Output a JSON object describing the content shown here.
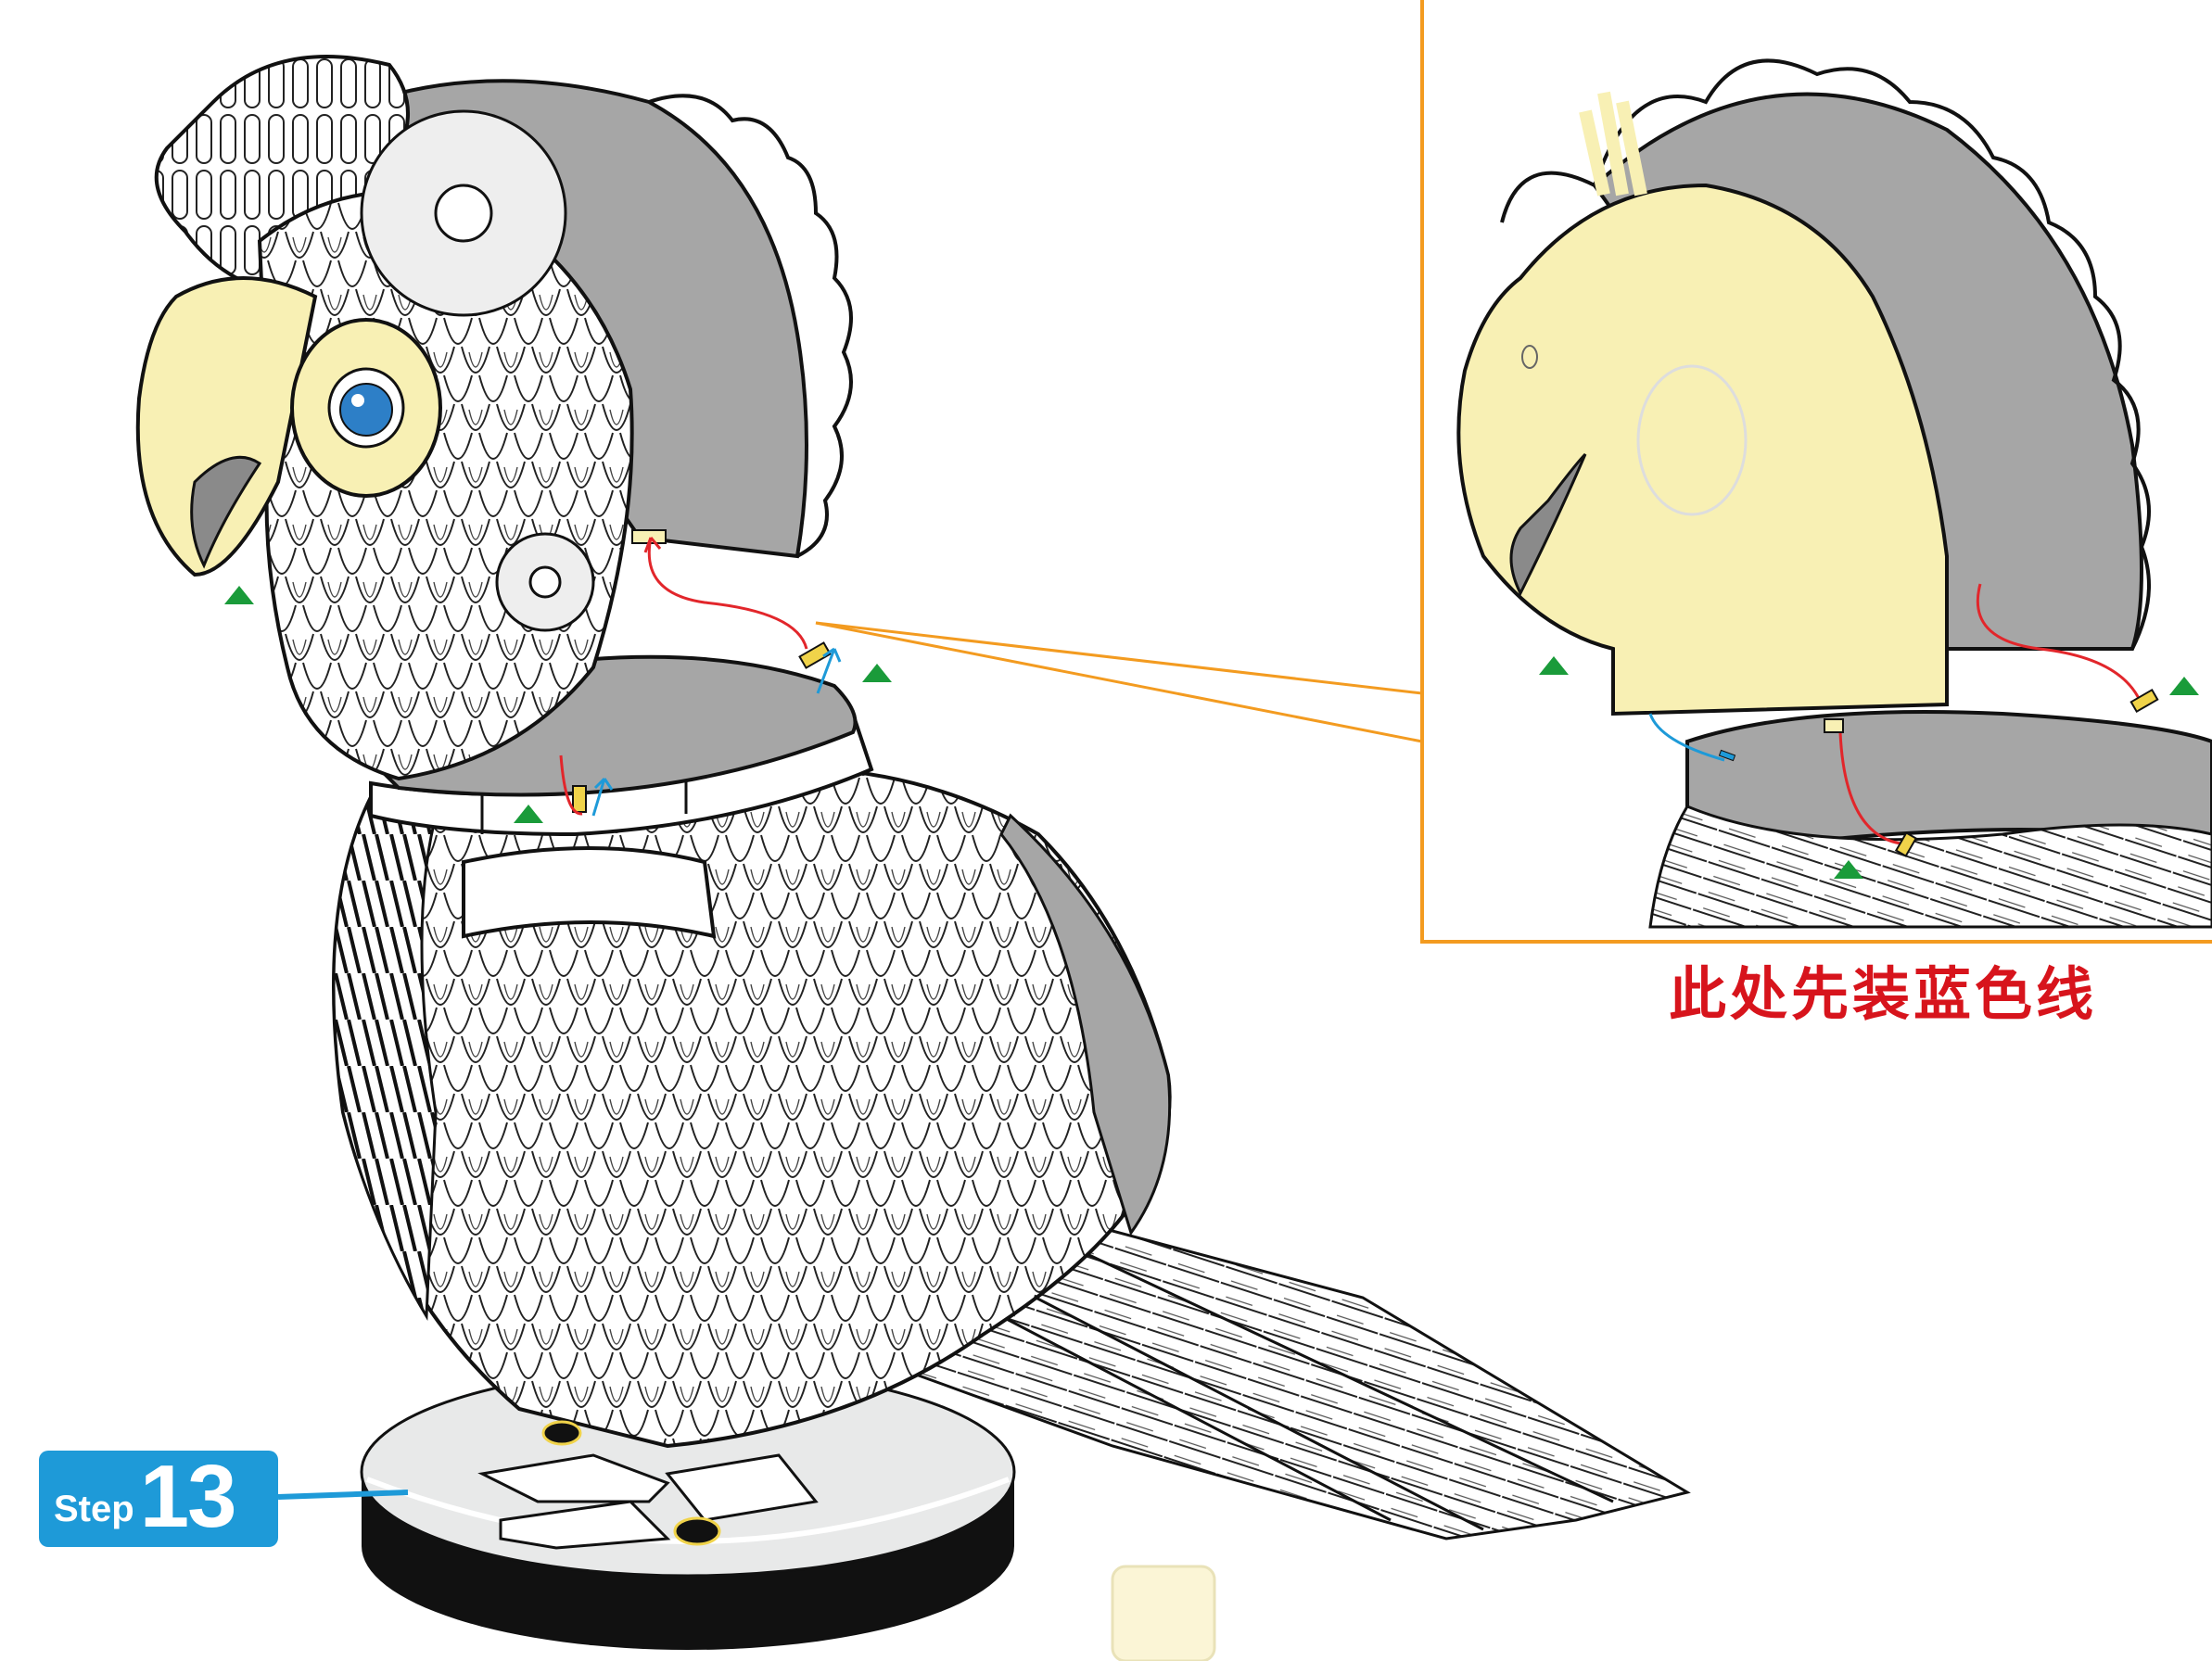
{
  "step": {
    "word": "Step",
    "number": "13"
  },
  "callout": {
    "note": "此处先装蓝色线"
  },
  "colors": {
    "beak": "#f8f0b4",
    "feather_gray": "#a6a6a6",
    "eye_blue": "#2d7fc7",
    "wire_red": "#e2262b",
    "wire_blue": "#1e9ad8",
    "marker_green": "#1a9b3a",
    "callout_border": "#f39b20",
    "badge_blue": "#1e9ad8",
    "note_red": "#d7141c"
  },
  "icons": [
    "green-triangle-marker",
    "red-wire-arrow",
    "blue-wire-arrow"
  ]
}
